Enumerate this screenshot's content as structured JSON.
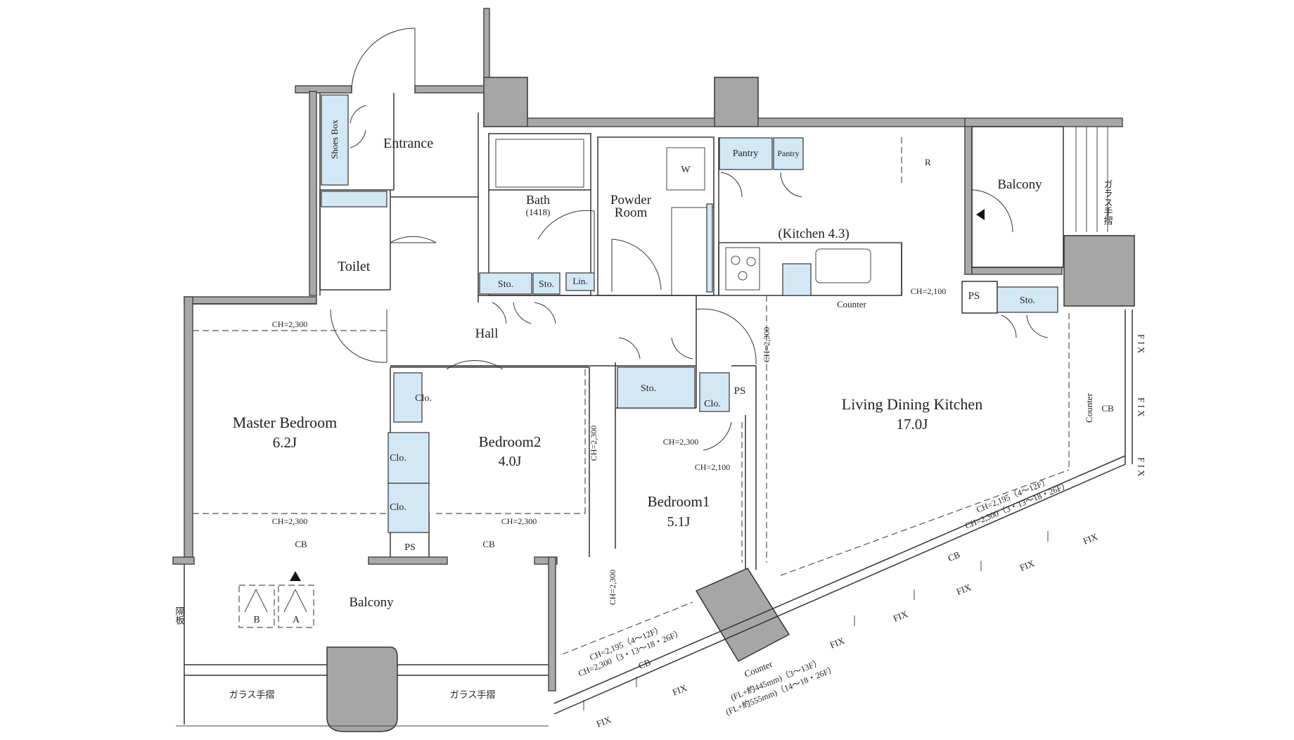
{
  "rooms": {
    "entrance": "Entrance",
    "shoes_box": "Shoes Box",
    "toilet": "Toilet",
    "bath": "Bath",
    "bath_size": "(1418)",
    "powder_room_line1": "Powder",
    "powder_room_line2": "Room",
    "washer": "W",
    "pantry": "Pantry",
    "kitchen": "(Kitchen 4.3)",
    "refrigerator": "R",
    "balcony_ne": "Balcony",
    "glass_rail_ne": "ガラス手摺",
    "hall": "Hall",
    "master_bedroom": "Master Bedroom",
    "master_bedroom_size": "6.2J",
    "bedroom2": "Bedroom2",
    "bedroom2_size": "4.0J",
    "bedroom1": "Bedroom1",
    "bedroom1_size": "5.1J",
    "ldk": "Living Dining Kitchen",
    "ldk_size": "17.0J",
    "balcony_s": "Balcony",
    "partition": "隔板",
    "glass_rail_s": "ガラス手摺"
  },
  "storage": {
    "sto": "Sto.",
    "lin": "Lin.",
    "clo": "Clo.",
    "ps": "PS",
    "cb": "CB",
    "counter": "Counter",
    "fix": "FIX",
    "fix_vertical": "F I X"
  },
  "heights": {
    "ch2300": "CH=2,300",
    "ch2100": "CH=2,100",
    "ch2195_line1": "CH=2,195（4〜12F）",
    "ch2195_line2": "CH=2,300（3・13〜18・26F）",
    "counter_fl1": "(FL+約445mm)（3〜13F）",
    "counter_fl2": "(FL+約555mm)（14〜18・26F）"
  },
  "markers": {
    "a": "A",
    "b": "B"
  }
}
